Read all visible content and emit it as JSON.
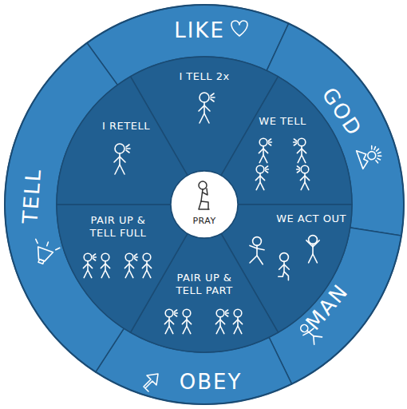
{
  "diagram": {
    "nodes": [
      {
        "text": [
          "LIKE"
        ]
      },
      {
        "text": [
          "GOD"
        ]
      },
      {
        "text": [
          "MAN"
        ]
      },
      {
        "text": [
          "OBEY"
        ]
      },
      {
        "text": [
          "TELL"
        ]
      },
      {
        "text": [
          "I TELL 2x"
        ]
      },
      {
        "text": [
          "WE TELL"
        ]
      },
      {
        "text": [
          "WE ACT OUT"
        ]
      },
      {
        "text": [
          "PAIR UP & TELL PART"
        ]
      },
      {
        "text": [
          "PAIR UP & TELL FULL"
        ]
      },
      {
        "text": [
          "I RETELL"
        ]
      },
      {
        "text": [
          "PRAY"
        ]
      }
    ]
  }
}
